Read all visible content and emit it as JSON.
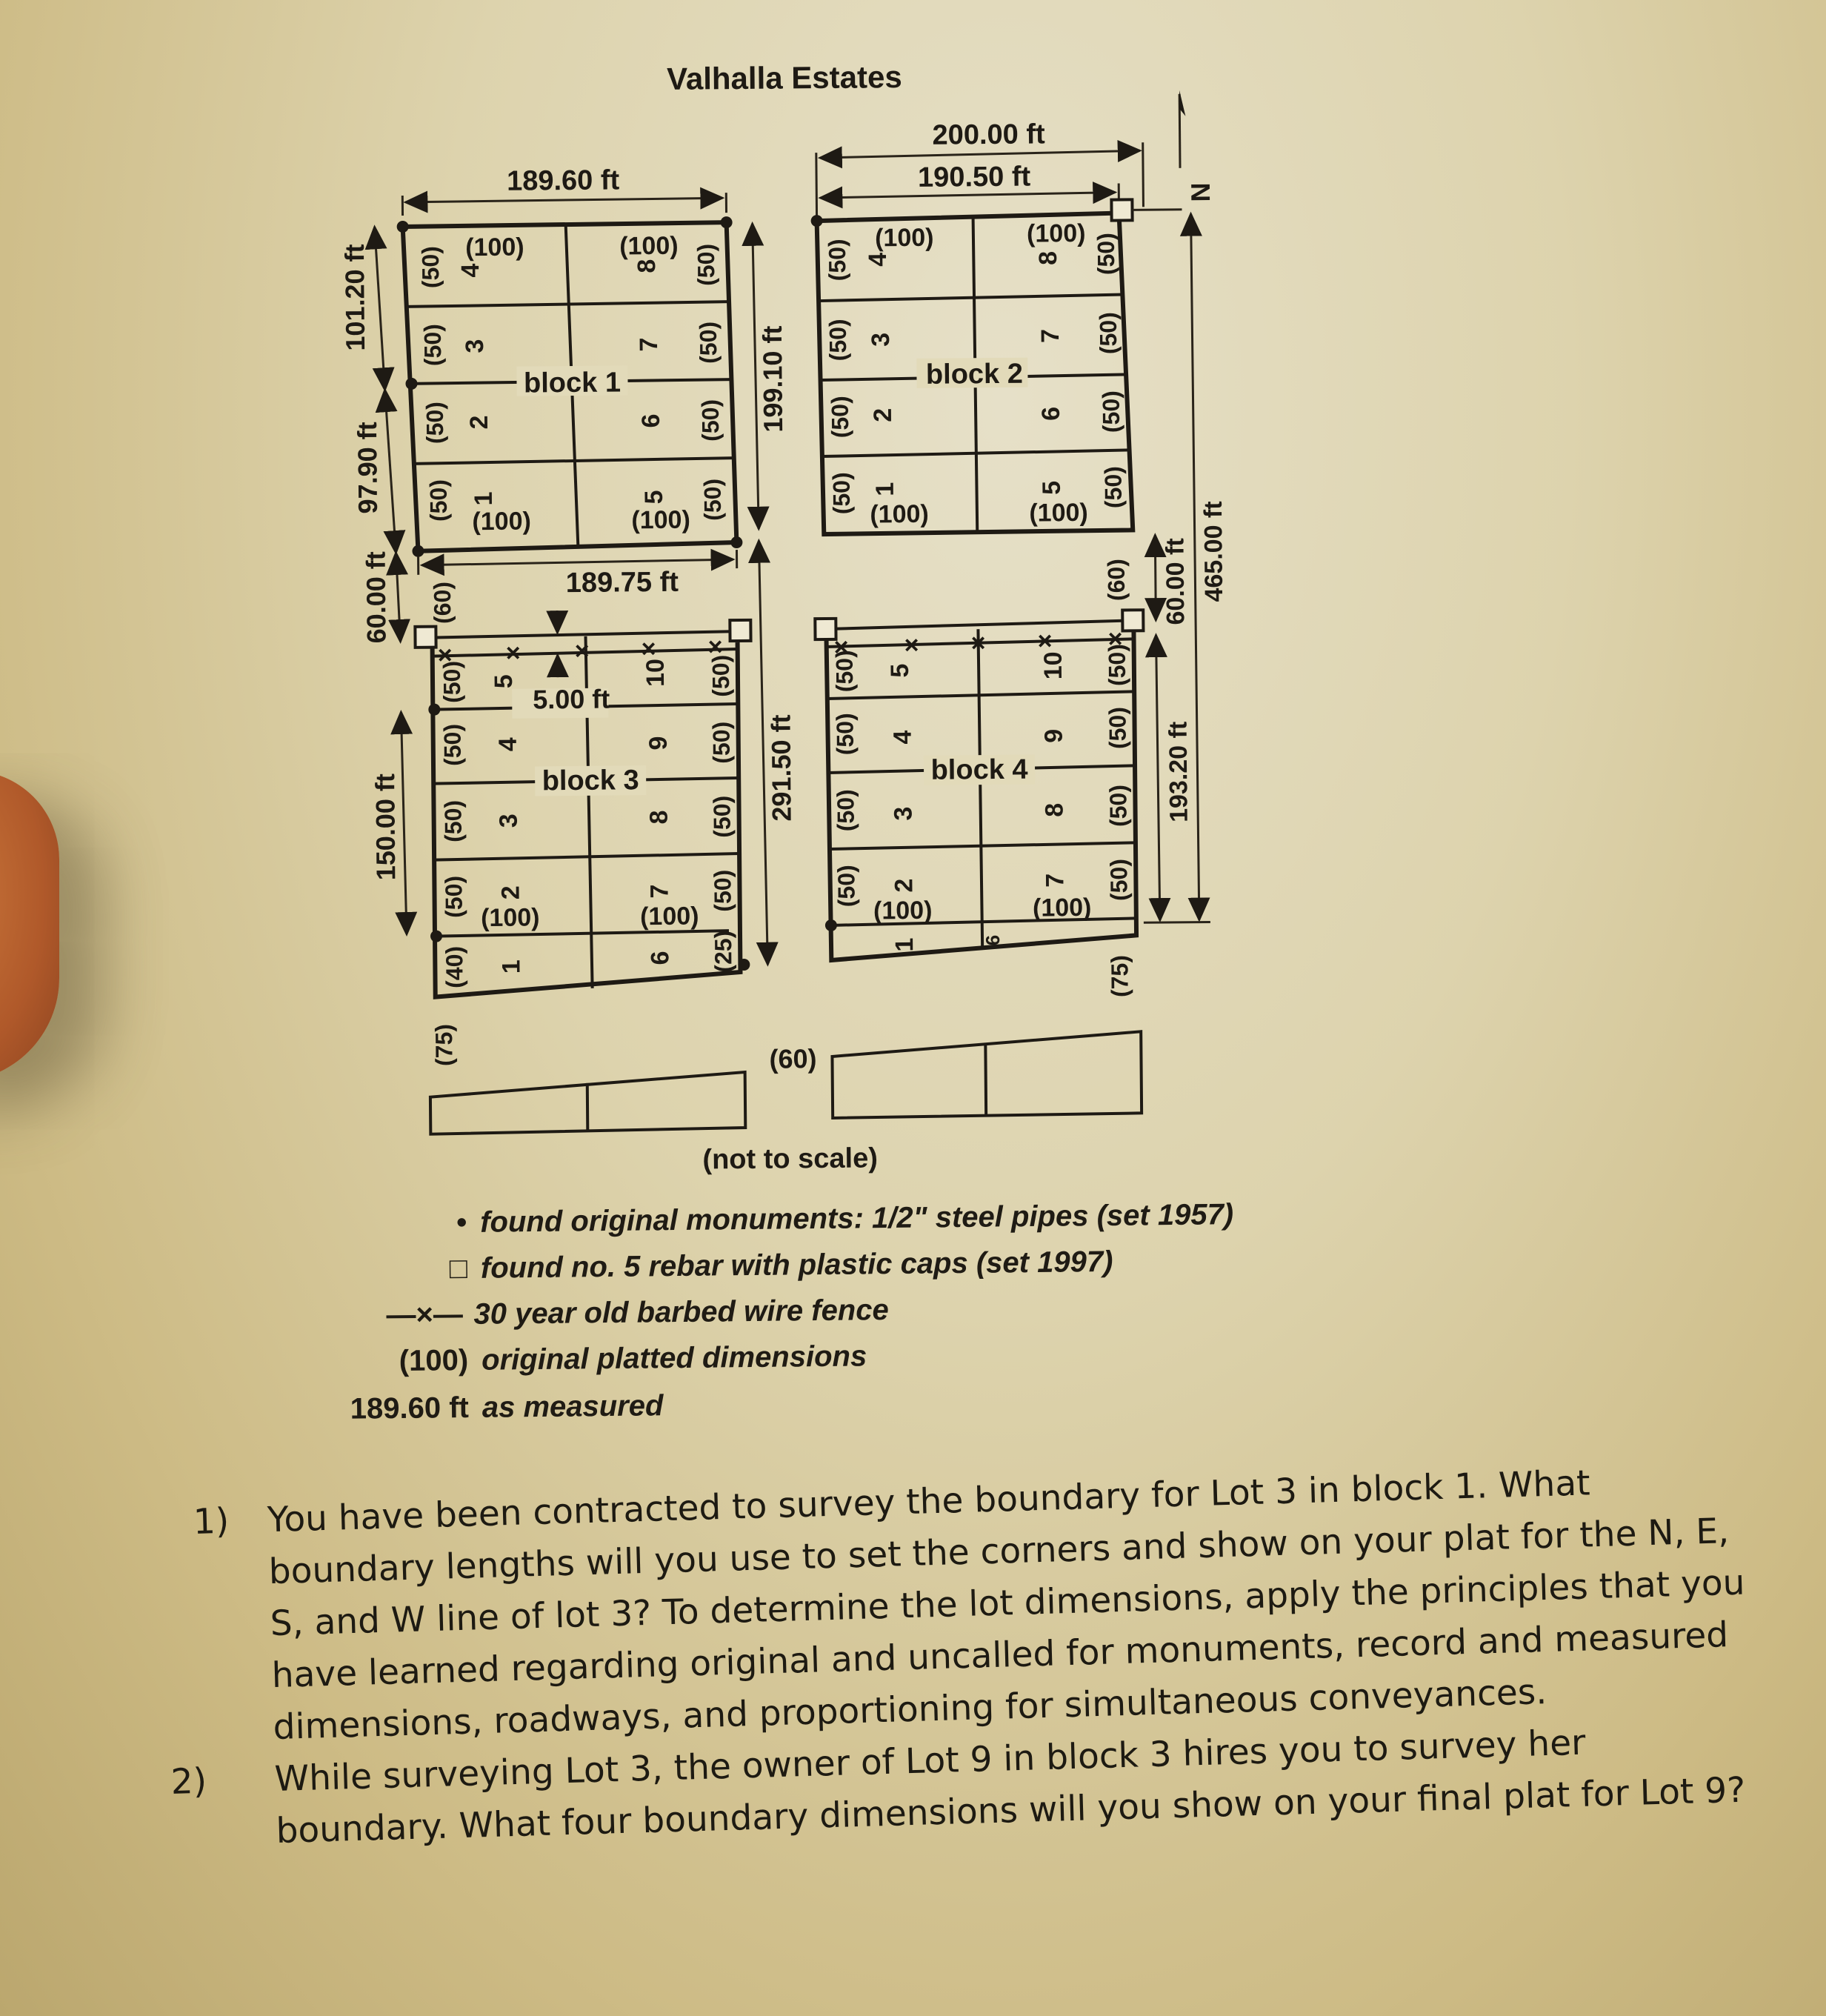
{
  "title": "Valhalla Estates",
  "north_label": "N",
  "not_to_scale": "(not to scale)",
  "dimensions": {
    "top_right_outer": "200.00 ft",
    "top_right_inner": "190.50 ft",
    "top_left": "189.60 ft",
    "left_block1_north": "101.20 ft",
    "left_block1_south": "97.90 ft",
    "left_road": "60.00 ft",
    "left_block3": "150.00 ft",
    "mid_block1": "199.10 ft",
    "mid_block3": "291.50 ft",
    "block1_south": "189.75 ft",
    "fence_offset": "5.00 ft",
    "right_road": "60.00 ft",
    "right_block4": "193.20 ft",
    "right_total": "465.00 ft"
  },
  "record": {
    "lot_width": "(100)",
    "lot_depth": "(50)",
    "road_width": "(60)",
    "block3_lot1_west": "(40)",
    "block3_lot6_east": "(25)",
    "south_road_75": "(75)",
    "south_road_60": "(60)"
  },
  "blocks": [
    {
      "label": "block 1",
      "lots_west": [
        "4",
        "3",
        "2",
        "1"
      ],
      "lots_east": [
        "8",
        "7",
        "6",
        "5"
      ]
    },
    {
      "label": "block 2",
      "lots_west": [
        "4",
        "3",
        "2",
        "1"
      ],
      "lots_east": [
        "8",
        "7",
        "6",
        "5"
      ]
    },
    {
      "label": "block 3",
      "lots_west": [
        "5",
        "4",
        "3",
        "2",
        "1"
      ],
      "lots_east": [
        "10",
        "9",
        "8",
        "7",
        "6"
      ]
    },
    {
      "label": "block 4",
      "lots_west": [
        "5",
        "4",
        "3",
        "2",
        "1"
      ],
      "lots_east": [
        "10",
        "9",
        "8",
        "7",
        "6"
      ]
    }
  ],
  "legend": [
    {
      "symbol": "•",
      "text": "found original monuments: 1/2\" steel pipes (set 1957)"
    },
    {
      "symbol": "□",
      "text": "found no. 5 rebar with plastic caps (set 1997)"
    },
    {
      "symbol": "—×—",
      "text": "30 year old barbed wire fence"
    },
    {
      "symbol": "(100)",
      "text": "original platted dimensions"
    },
    {
      "symbol": "189.60 ft",
      "text": "as measured"
    }
  ],
  "questions": [
    {
      "number": "1)",
      "text": "You have been contracted to survey the boundary for Lot 3 in block 1. What boundary lengths will you use to set the corners and show on your plat for the N, E, S, and W line of lot 3? To determine the lot dimensions, apply the principles that you have learned regarding original and uncalled for monuments, record and measured dimensions, roadways, and proportioning for simultaneous conveyances."
    },
    {
      "number": "2)",
      "text": "While surveying Lot 3, the owner of Lot 9 in block 3 hires you to survey her boundary. What four boundary dimensions will you show on your final plat for Lot 9?"
    }
  ]
}
